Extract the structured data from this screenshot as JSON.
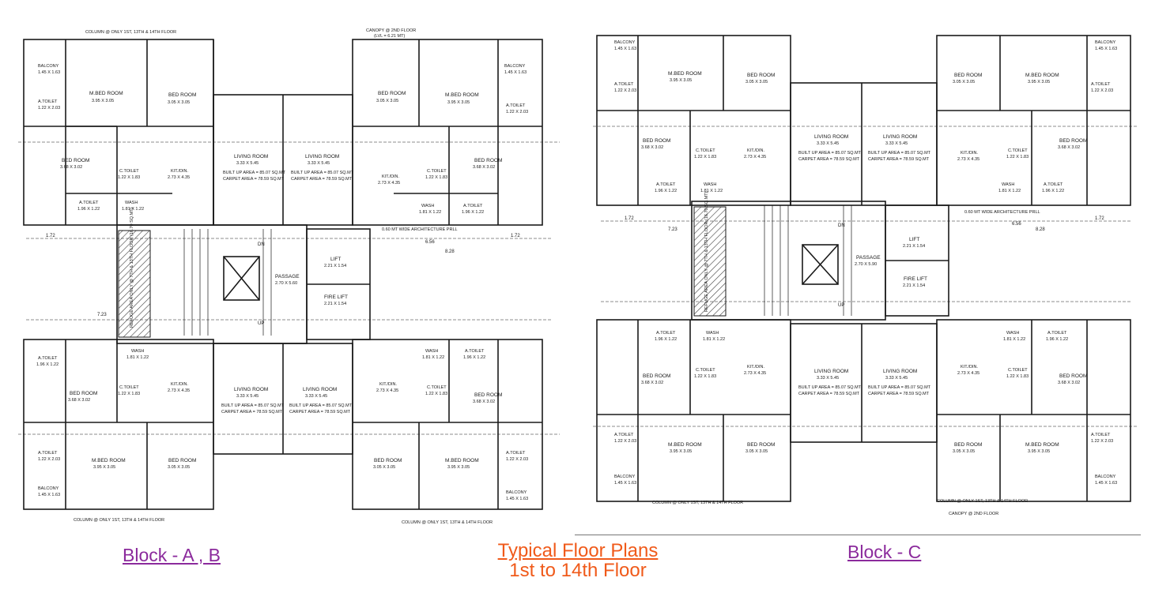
{
  "title": "Typical Floor Plans",
  "subtitle": "1st to 14th Floor",
  "colors": {
    "block_label": "#8b2a9c",
    "title": "#f05a1a",
    "linework": "#1a1a1a",
    "hatch": "#444444"
  },
  "blocks": [
    {
      "label": "Block - A , B",
      "rooms": [
        {
          "name": "BALCONY",
          "size": "1.45 X 1.63"
        },
        {
          "name": "M.BED ROOM",
          "size": "3.95 X 3.05"
        },
        {
          "name": "BED ROOM",
          "size": "3.05 X 3.05"
        },
        {
          "name": "A.TOILET",
          "size": "1.22 X 2.03"
        },
        {
          "name": "BED ROOM",
          "size": "3.68 X 3.02"
        },
        {
          "name": "C.TOILET",
          "size": "1.22 X 1.83"
        },
        {
          "name": "KIT./DIN.",
          "size": "2.73 X 4.35"
        },
        {
          "name": "LIVING ROOM",
          "size": "3.33 X 5.45"
        },
        {
          "name": "A.TOILET",
          "size": "1.96 X 1.22"
        },
        {
          "name": "WASH",
          "size": "1.81 X 1.22"
        },
        {
          "name": "PASSAGE",
          "size": "2.70 X 5.60"
        },
        {
          "name": "LIFT",
          "size": "2.21 X 1.54"
        },
        {
          "name": "FIRE LIFT",
          "size": "2.21 X 1.54"
        }
      ],
      "area_note": {
        "built_up": "BUILT UP AREA = 85.07 SQ.MT",
        "carpet": "CARPET AREA = 78.59 SQ.MT"
      },
      "notes": {
        "column": "COLUMN @ ONLY 1ST, 13TH & 14TH FLOOR",
        "canopy": "CANOPY @ 2ND FLOOR",
        "canopy_lvl": "(LVL = 6.21 MT)",
        "refuge": "REFUGE AREA ONLY @ 7TH & 13TH FLOOR (16.70 SQ.MT)",
        "prll": "0.60 MT WIDE ARCHITECTURE PRLL"
      },
      "dims": {
        "d1": "1.72",
        "d2": "6.56",
        "d3": "8.28",
        "d4": "7.23",
        "up": "UP",
        "dn": "DN"
      }
    },
    {
      "label": "Block - C",
      "rooms": [
        {
          "name": "BALCONY",
          "size": "1.45 X 1.63"
        },
        {
          "name": "M.BED ROOM",
          "size": "3.95 X 3.05"
        },
        {
          "name": "BED ROOM",
          "size": "3.05 X 3.05"
        },
        {
          "name": "A.TOILET",
          "size": "1.22 X 2.03"
        },
        {
          "name": "BED ROOM",
          "size": "3.68 X 3.02"
        },
        {
          "name": "C.TOILET",
          "size": "1.22 X 1.83"
        },
        {
          "name": "KIT./DIN.",
          "size": "2.73 X 4.35"
        },
        {
          "name": "LIVING ROOM",
          "size": "3.33 X 5.45"
        },
        {
          "name": "A.TOILET",
          "size": "1.96 X 1.22"
        },
        {
          "name": "WASH",
          "size": "1.81 X 1.22"
        },
        {
          "name": "PASSAGE",
          "size": "2.70 X 5.90"
        },
        {
          "name": "LIFT",
          "size": "2.21 X 1.54"
        },
        {
          "name": "FIRE LIFT",
          "size": "2.21 X 1.54"
        }
      ],
      "area_note": {
        "built_up": "BUILT UP AREA = 85.07 SQ.MT",
        "carpet": "CARPET AREA = 78.59 SQ.MT"
      },
      "notes": {
        "column": "COLUMN @ ONLY 1ST, 13TH & 14TH FLOOR",
        "canopy": "CANOPY @ 2ND FLOOR",
        "refuge": "REFUGE AREA ONLY @ 7TH & 13TH FLOOR (16.70 SQ.MT)",
        "prll": "0.60 MT WIDE ARCHITECTURE PRLL"
      },
      "dims": {
        "d1": "1.72",
        "d2": "6.56",
        "d3": "8.28",
        "d4": "7.23",
        "up": "UP",
        "dn": "DN"
      }
    }
  ]
}
